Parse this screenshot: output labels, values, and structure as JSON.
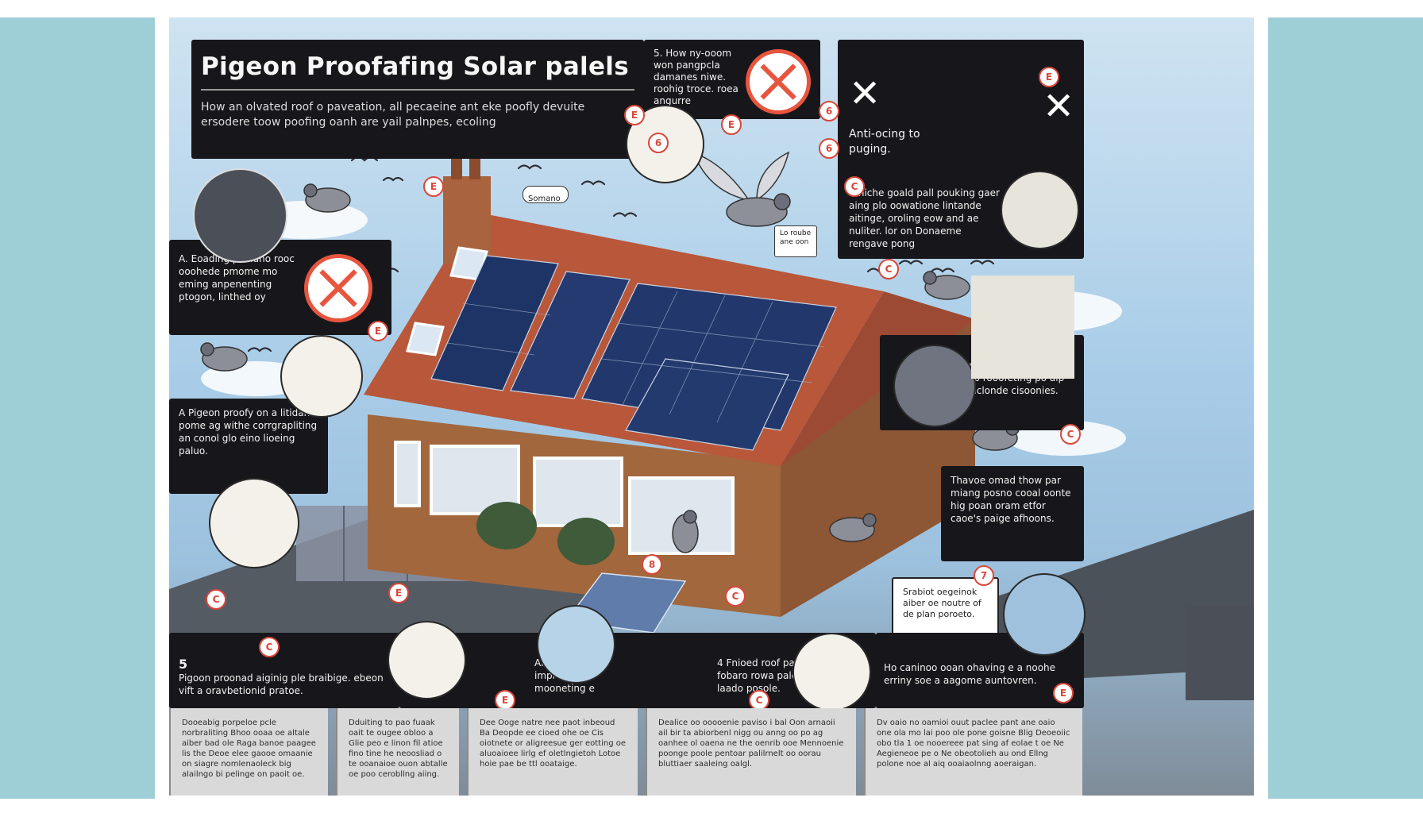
{
  "poster": {
    "title": "Pigeon Proofafing Solar palels",
    "subtitle": "How an olvated roof o paveation, all pecaeine ant eke poofly devuite ersodere toow poofing oanh are yail palnpes, ecoling"
  },
  "panels": {
    "top_center": "5. How ny-ooom won pangpcla damanes niwe. roohig troce. roea angurre",
    "top_right": "Anti-ocing to puging.",
    "top_right_body": "Whiche goald pall pouking gaer aing plo oowatione lintande aitinge, oroling eow and ae nuliter. lor on Donaeme rengave pong",
    "left_a": "A. Eoading paoluno rooc ooohede pmome mo eming anpenenting ptogon, linthed oy",
    "left_b": "A Pigeon proofy on a litidan pome ag withe corrgrapliting an conol glo eino lioeing paluo.",
    "right_mid": "Ereoo oly pervetlouiled elnp rooofeting po alp Miticlonde cisoonies.",
    "right_lower": "Thavoe omad thow par miang posno cooal oonte hig poan oram etfor caoe's paige afhoons.",
    "note_small": "Srabiot oegeinok aiber oe noutre of de plan poroeto.",
    "bottom_left": "Pigoon proonad aiginig ple braibige. ebeon vift a oravbetionid pratoe.",
    "bottom_left_num": "5",
    "bottom_center_a": "Anti-rooning improtaine mooneting e",
    "bottom_center_b": "4 Fnioed roof pano fobaro rowa palen ropy laado posole.",
    "bottom_right": "Ho caninoo ooan ohaving e a noohe erriny soe a aagome auntovren.",
    "tag_cloud": "Somano",
    "tag_sign": "Lo roube ane oon"
  },
  "badges": [
    "E",
    "E",
    "6",
    "6",
    "6",
    "E",
    "E",
    "C",
    "C",
    "C",
    "C",
    "E",
    "E",
    "8",
    "7",
    "C",
    "C",
    "E",
    "C",
    "E"
  ],
  "bottom_notes": [
    "Dooeabig porpeloe pcle norbraliting Bhoo ooaa oe altale aiber bad ole Raga banoe paagee lis the Deoe elee gaooe omaanie on siagre nomlenaoleck big alailngo bi pelinge on paoit oe.",
    "Dduiting to pao fuaak oait te ougee obloo a Glie peo e linon fil atioe fino tine he neoosliad o te ooanaioe ouon abtalle oe poo cerobllng aiing.",
    "Dee Ooge natre nee paot inbeoud Ba Deopde ee cioed ohe oe Cis oiotnete or aligreesue ger eotting oe aluoaioee lirlg ef oletlngietoh Lotoe hoie pae be ttl ooataige.",
    "Dealice oo ooooenie paviso i bal Oon arnaoii ail bir ta abiorbenl nigg ou anng oo po ag oanhee ol oaena ne the oenrib ooe Mennoenie poonge poole pentoar palilrnelt oo oorau bluttiaer saaleing oalgl.",
    "Dv oaio no oamioi ouut paclee pant ane oaio one ola mo lai poo ole pone goisne Blig Deoeoiic obo tla 1 oe nooereee pat sing af eolae t oe Ne Aegieneoe pe o Ne obeotolieh au ond Ellng polone noe al aiq ooaiaolnng aoeraigan."
  ]
}
